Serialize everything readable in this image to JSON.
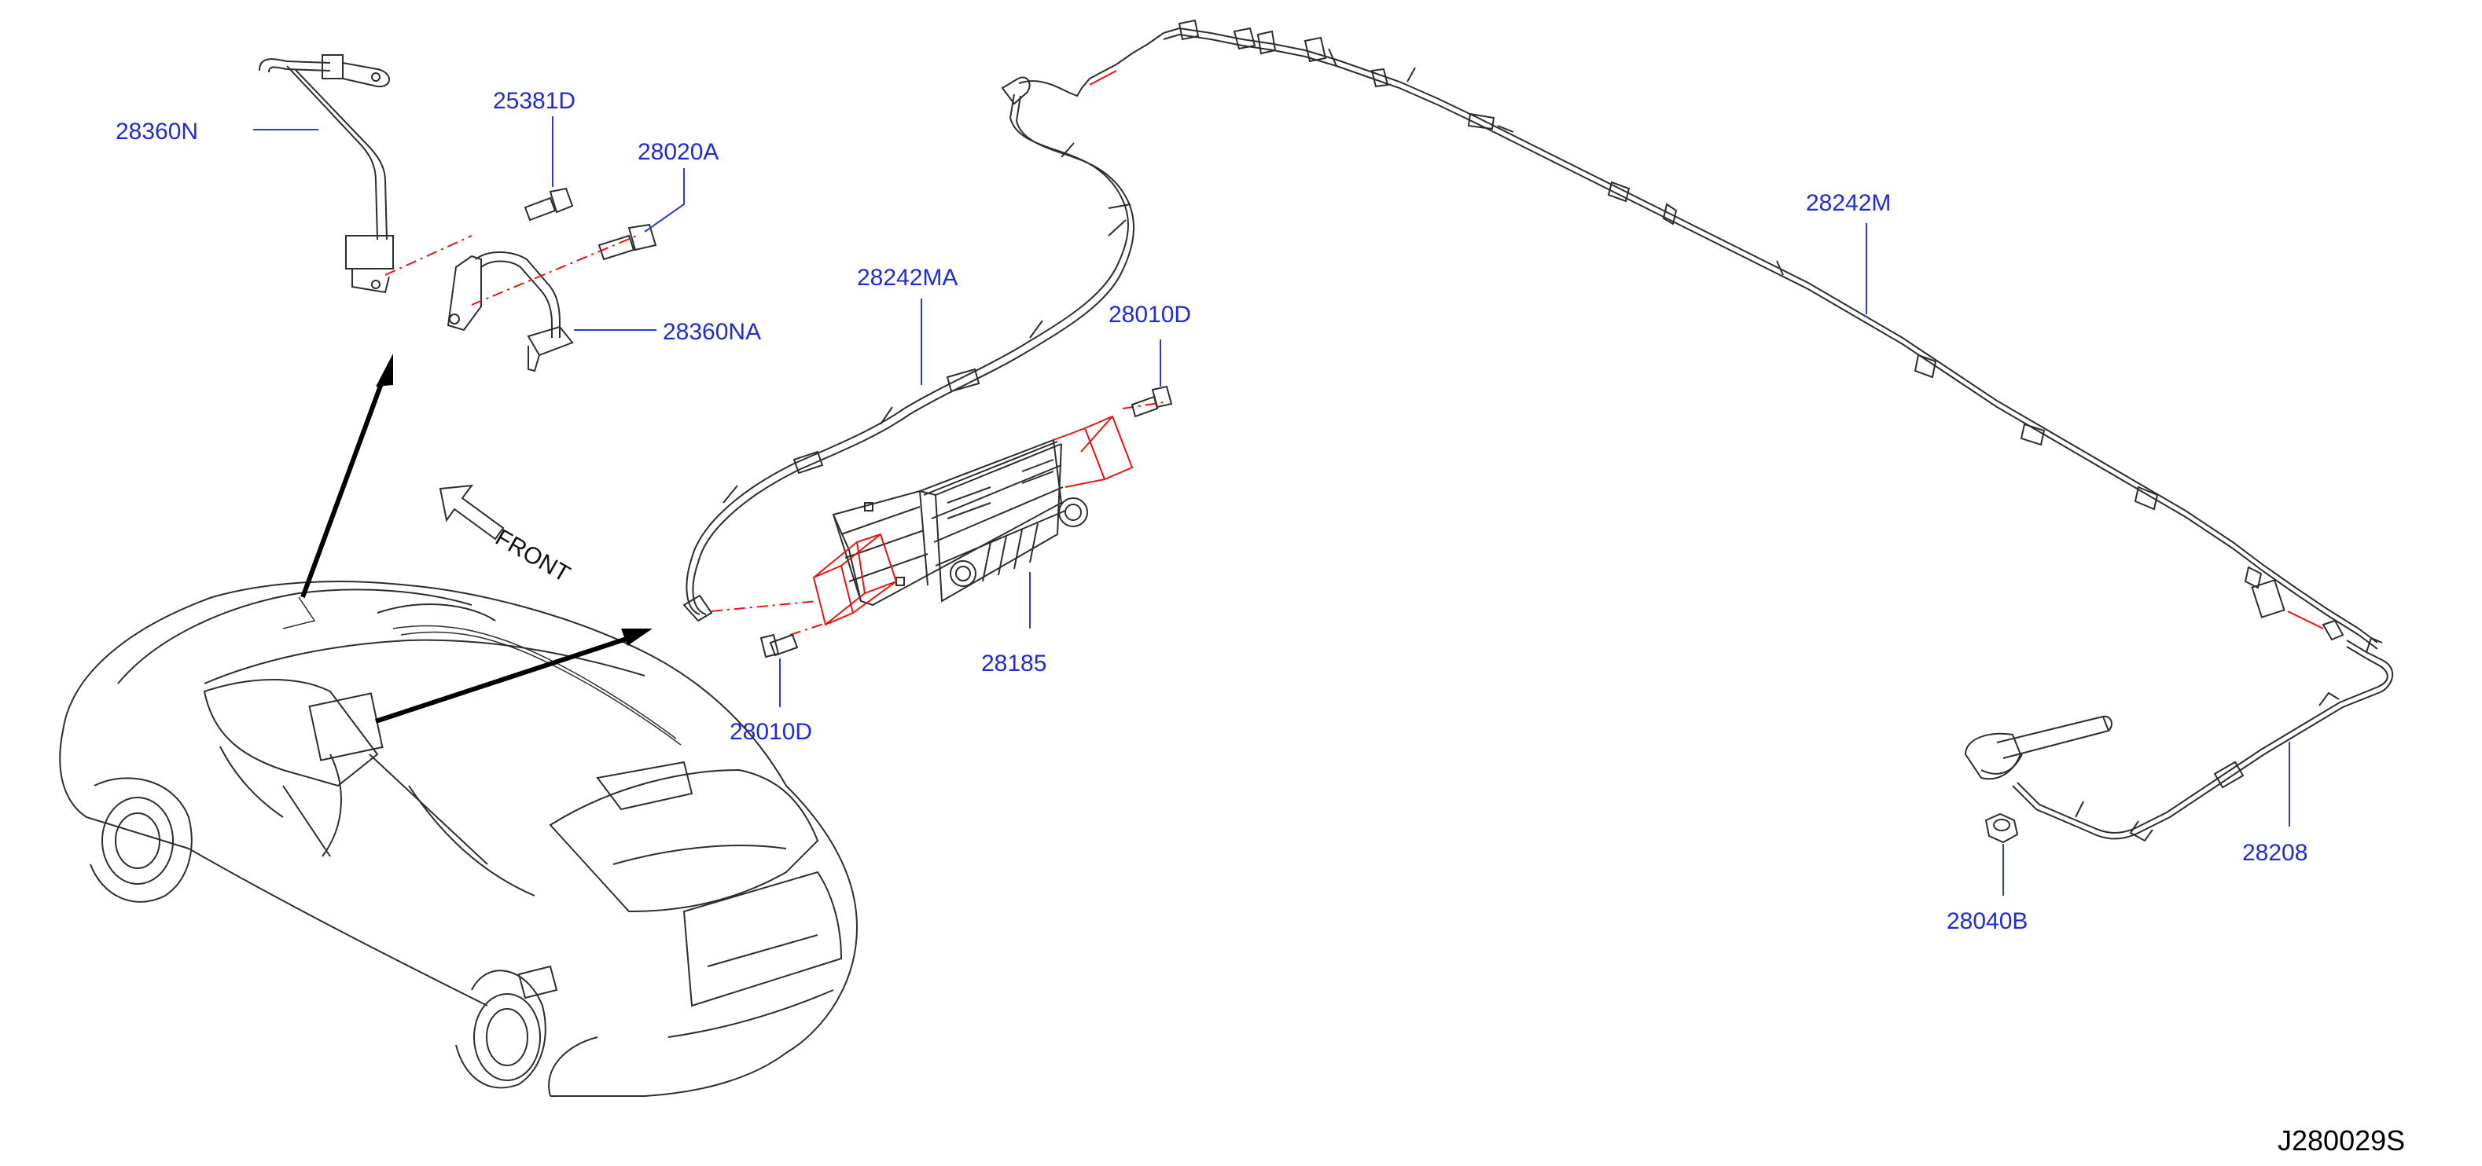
{
  "parts": {
    "p28360N": "28360N",
    "p25381D": "25381D",
    "p28020A": "28020A",
    "p28360NA": "28360NA",
    "p28242MA": "28242MA",
    "p28010D_top": "28010D",
    "p28010D_bottom": "28010D",
    "p28185": "28185",
    "p28242M": "28242M",
    "p28208": "28208",
    "p28040B": "28040B"
  },
  "labels": {
    "front": "FRONT"
  },
  "diagram_id": "J280029S",
  "colors": {
    "callout": "#1f2bd6",
    "explode_lines": "#e11111",
    "line_art": "#2d2d2d"
  }
}
